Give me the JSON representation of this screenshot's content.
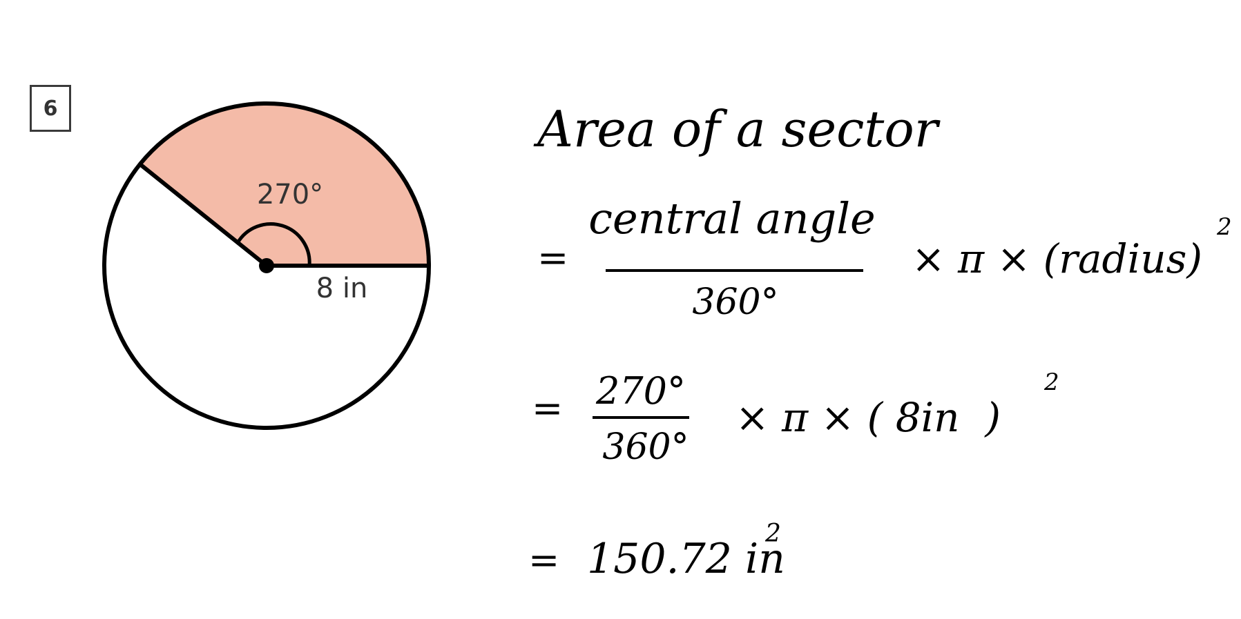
{
  "problem": {
    "number": "6"
  },
  "diagram": {
    "angle_label": "270°",
    "radius_label": "8 in",
    "central_angle_deg": 270,
    "shaded_color": "#f4bba8",
    "stroke_color": "#000000"
  },
  "work": {
    "title": "Area of a sector",
    "line1": {
      "equals": "=",
      "numerator": "central angle",
      "denominator": "360°",
      "rest": "× π × (radius)",
      "exponent": "2"
    },
    "line2": {
      "equals": "=",
      "numerator": "270°",
      "denominator": "360°",
      "rest": "× π × ( 8in  )",
      "exponent": "2"
    },
    "line3": {
      "equals": "=",
      "value": "150.72 in",
      "exponent": "2"
    }
  }
}
